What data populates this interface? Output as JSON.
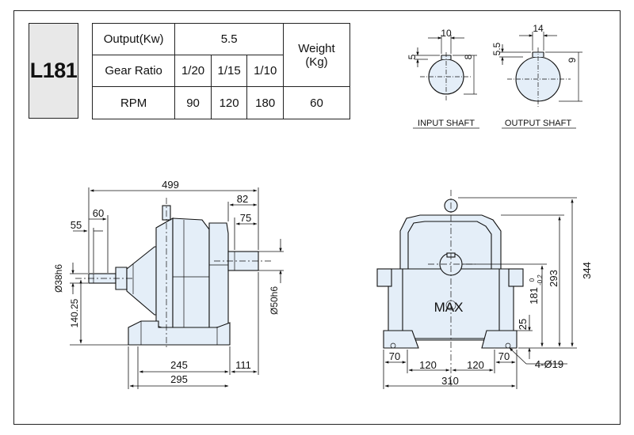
{
  "model": "L181",
  "spec_table": {
    "output_label": "Output(Kw)",
    "output_value": "5.5",
    "weight_label_line1": "Weight",
    "weight_label_line2": "(Kg)",
    "gear_ratio_label": "Gear Ratio",
    "ratios": [
      "1/20",
      "1/15",
      "1/10"
    ],
    "rpm_label": "RPM",
    "rpms": [
      "90",
      "120",
      "180"
    ],
    "weight_value": "60"
  },
  "shafts": {
    "input": {
      "label": "INPUT SHAFT",
      "key_width": "10",
      "key_depth": "8",
      "keyway_height": "5"
    },
    "output": {
      "label": "OUTPUT SHAFT",
      "key_width": "14",
      "key_depth": "9",
      "keyway_height": "5.5"
    }
  },
  "side_view": {
    "dims": {
      "overall_length": "499",
      "output_shaft_82": "82",
      "output_shaft_75": "75",
      "input_shaft_60": "60",
      "input_shaft_55": "55",
      "input_dia": "Ø38h6",
      "center_height": "140.25",
      "output_dia": "Ø50h6",
      "base_245": "245",
      "base_111": "111",
      "base_295": "295"
    }
  },
  "front_view": {
    "label": "MAX",
    "dims": {
      "height_344": "344",
      "height_293": "293",
      "center_181": "181",
      "center_tol_upper": "0",
      "center_tol_lower": "-0.2",
      "foot_25": "25",
      "w_70_left": "70",
      "w_120_left": "120",
      "w_120_right": "120",
      "w_70_right": "70",
      "w_310": "310",
      "holes": "4-Ø19"
    }
  },
  "colors": {
    "body_fill": "#e4eef8",
    "line": "#1a1a1a",
    "model_bg": "#e8e8e8"
  }
}
